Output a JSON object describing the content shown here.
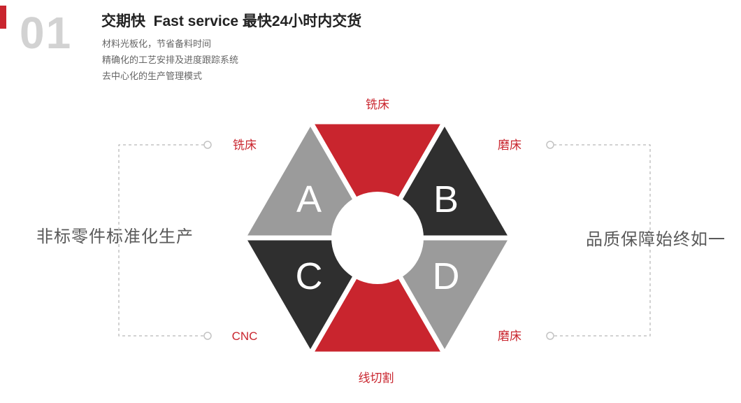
{
  "header": {
    "index_number": "01",
    "title": "交期快  Fast service 最快24小时内交货",
    "bullets": [
      "材料光板化，节省备料时间",
      "精确化的工艺安排及进度跟踪系统",
      "去中心化的生产管理模式"
    ]
  },
  "diagram": {
    "letters": {
      "upper_left": "A",
      "upper_right": "B",
      "lower_left": "C",
      "lower_right": "D"
    },
    "labels": {
      "top": "铣床",
      "left_top": "铣床",
      "right_top": "磨床",
      "left_bottom": "CNC",
      "right_bottom": "磨床",
      "bottom": "线切割"
    },
    "colors": {
      "red": "#c9252e",
      "dark": "#2f2f2f",
      "gray": "#9b9b9b",
      "label_red": "#c9252e",
      "dashed_line": "#c3c3c3"
    }
  },
  "side_text": {
    "left": "非标零件标准化生产",
    "right": "品质保障始终如一"
  }
}
